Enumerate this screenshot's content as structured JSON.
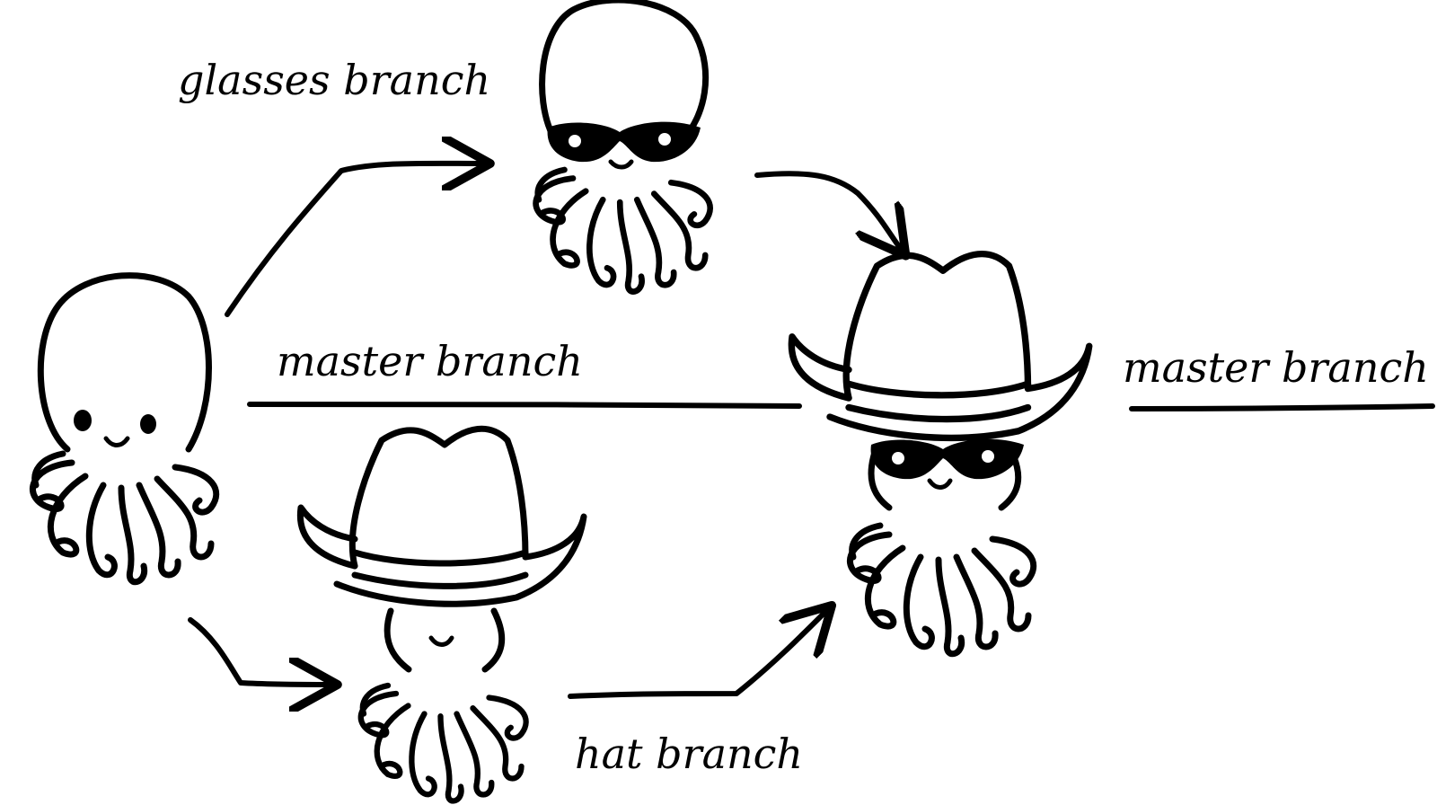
{
  "labels": {
    "glasses": "glasses branch",
    "master_left": "master branch",
    "master_right": "master branch",
    "hat": "hat branch"
  },
  "nodes": {
    "original": "octopus",
    "glasses": "octopus with glasses",
    "hat": "octopus with cowboy hat",
    "merged": "octopus with cowboy hat and glasses"
  },
  "colors": {
    "ink": "#000000",
    "background": "#ffffff"
  }
}
